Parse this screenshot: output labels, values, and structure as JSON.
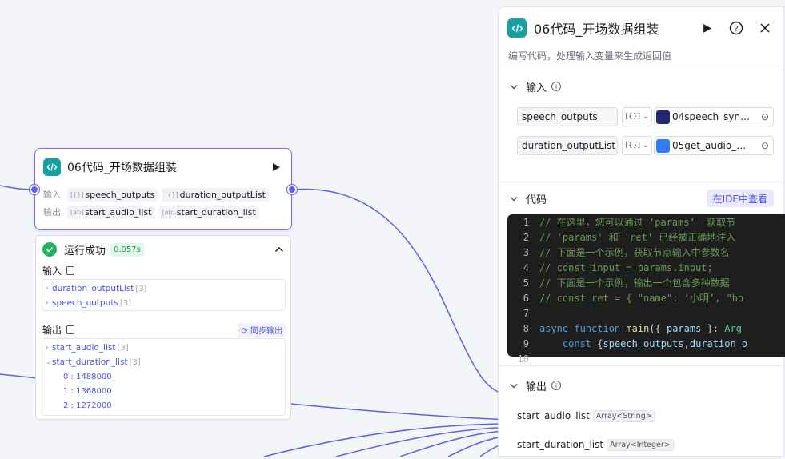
{
  "node": {
    "title": "06代码_开场数据组装",
    "input_label": "输入",
    "output_label": "输出",
    "inputs": [
      "speech_outputs",
      "duration_outputList"
    ],
    "outputs": [
      "start_audio_list",
      "start_duration_list"
    ]
  },
  "result": {
    "status": "运行成功",
    "time": "0.057s",
    "input_label": "输入",
    "output_label": "输出",
    "sync_label": "同步输出",
    "input_items": [
      {
        "name": "duration_outputList",
        "count": "[3]"
      },
      {
        "name": "speech_outputs",
        "count": "[3]"
      }
    ],
    "output_items": [
      {
        "name": "start_audio_list",
        "count": "[3]"
      },
      {
        "name": "start_duration_list",
        "count": "[3]"
      }
    ],
    "duration_values": [
      "0 : 1488000",
      "1 : 1368000",
      "2 : 1272000"
    ]
  },
  "panel": {
    "title": "06代码_开场数据组装",
    "description": "编写代码，处理输入变量来生成返回值",
    "input_section": "输入",
    "code_section": "代码",
    "ide_button": "在IDE中查看",
    "output_section": "输出",
    "inputs": [
      {
        "name": "speech_outputs",
        "type": "[{}]",
        "ref": "04speech_syn…"
      },
      {
        "name": "duration_outputList",
        "type": "[{}]",
        "ref": "05get_audio_…"
      }
    ],
    "outputs": [
      {
        "name": "start_audio_list",
        "type": "Array<String>"
      },
      {
        "name": "start_duration_list",
        "type": "Array<Integer>"
      }
    ]
  },
  "code_lines": [
    "// 在这里，您可以通过 ‘params’  获取节",
    "// 'params' 和 'ret' 已经被正确地注入",
    "// 下面是一个示例，获取节点输入中参数名",
    "// const input = params.input;",
    "// 下面是一个示例，输出一个包含多种数据",
    "// const ret = { \"name\": ‘小明’, \"ho",
    "",
    "async function main({ params }: Arg",
    "    const {speech_outputs,duration_o"
  ],
  "line_numbers": [
    "1",
    "2",
    "3",
    "4",
    "5",
    "6",
    "7",
    "8",
    "9",
    "10"
  ],
  "colors": {
    "accent": "#4d53e8",
    "code_icon": "#17a1a0",
    "success": "#22b35e",
    "wire": "#5a5ff0"
  }
}
